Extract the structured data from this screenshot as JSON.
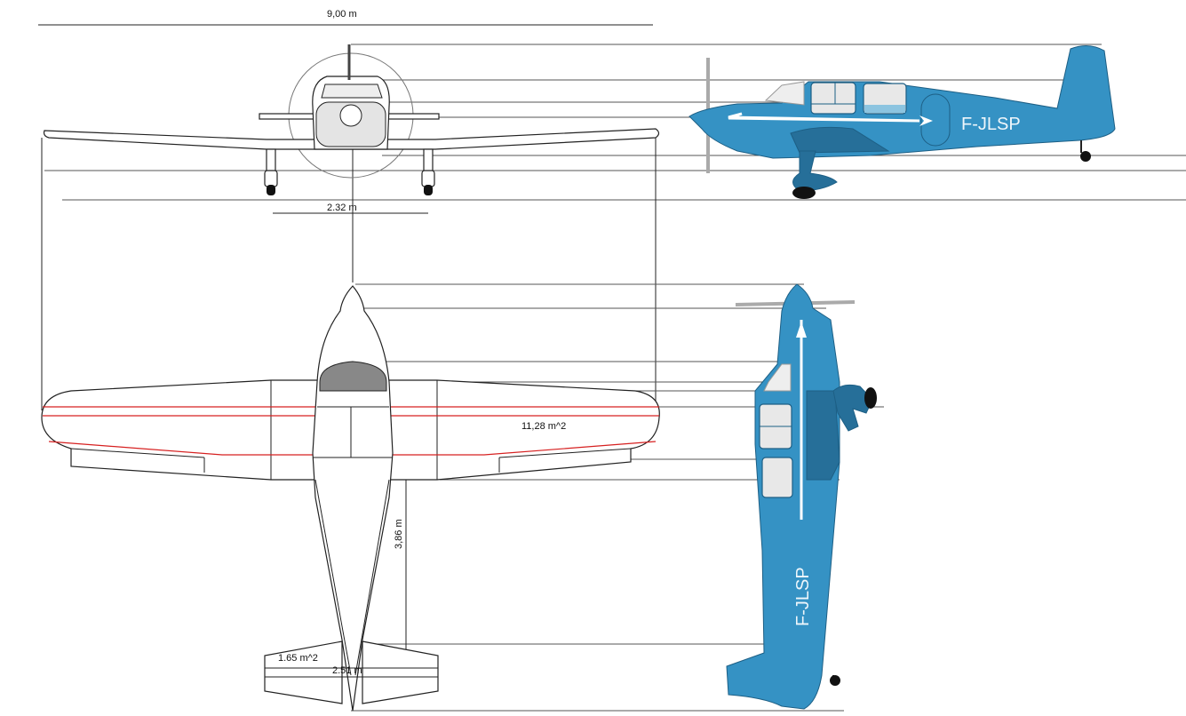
{
  "diagram": {
    "dimensions": {
      "wingspan": "9,00 m",
      "track": "2.32 m",
      "wing_area": "11,28 m^2",
      "tail_length": "3,86 m",
      "tail_area": "1.65 m^2",
      "tail_span": "2.51 m"
    },
    "registration_side": "F-JLSP",
    "registration_top": "F-JLSP",
    "colors": {
      "livery": "#3592c4",
      "livery_dark": "#266f99",
      "wing_spar_lines": "#d62020",
      "lines": "#222222"
    }
  }
}
